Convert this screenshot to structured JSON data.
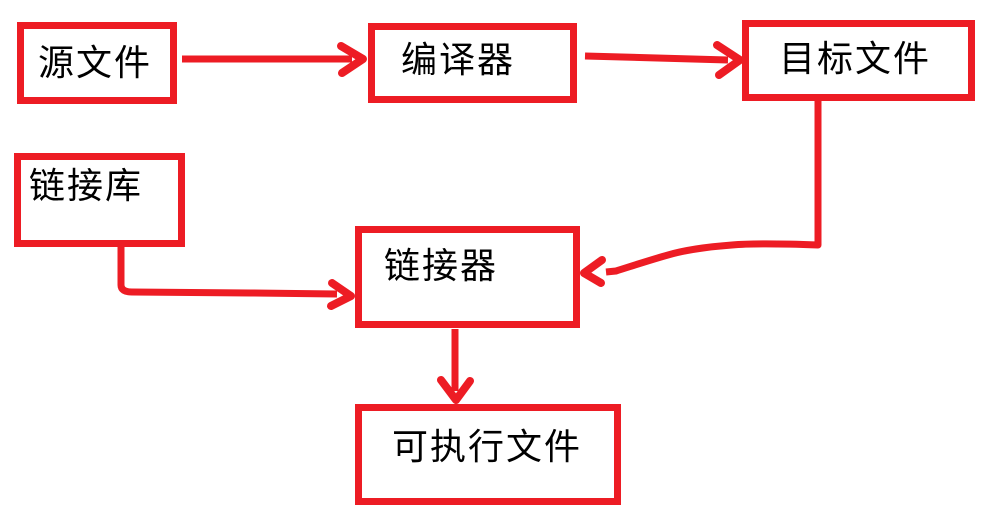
{
  "diagram": {
    "kind": "flowchart",
    "topic": "compile-and-link process",
    "colors": {
      "accent": "#ed1c24",
      "text": "#000000",
      "background": "#ffffff"
    },
    "nodes": [
      {
        "id": "source-file",
        "label": "源文件"
      },
      {
        "id": "compiler",
        "label": "编译器"
      },
      {
        "id": "object-file",
        "label": "目标文件"
      },
      {
        "id": "link-library",
        "label": "链接库"
      },
      {
        "id": "linker",
        "label": "链接器"
      },
      {
        "id": "executable-file",
        "label": "可执行文件"
      }
    ],
    "edges": [
      {
        "from": "source-file",
        "to": "compiler"
      },
      {
        "from": "compiler",
        "to": "object-file"
      },
      {
        "from": "object-file",
        "to": "linker"
      },
      {
        "from": "link-library",
        "to": "linker"
      },
      {
        "from": "linker",
        "to": "executable-file"
      }
    ]
  }
}
